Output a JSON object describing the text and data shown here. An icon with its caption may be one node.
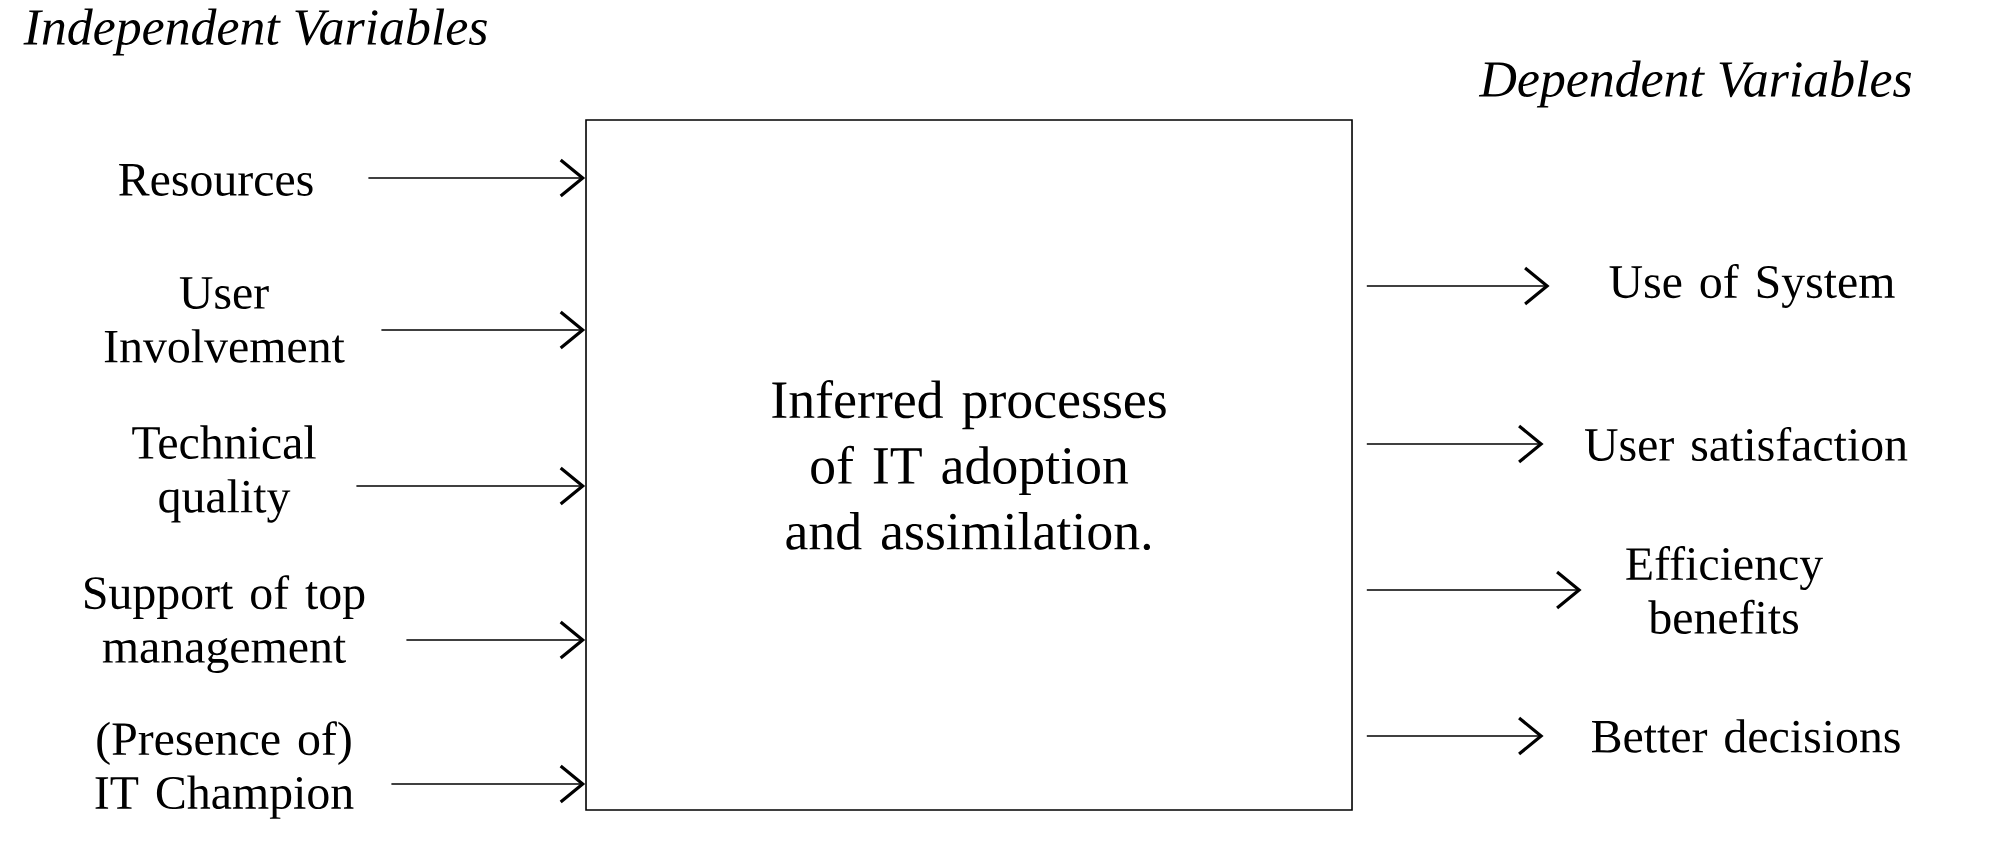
{
  "diagram": {
    "nodes": [
      {
        "text": [
          "Resources"
        ]
      },
      {
        "text": [
          "User Involvement"
        ]
      },
      {
        "text": [
          "Technical quality"
        ]
      },
      {
        "text": [
          "Support of top management"
        ]
      },
      {
        "text": [
          "(Presence of) IT Champion"
        ]
      },
      {
        "text": [
          "Inferred processes of IT adoption and assimilation."
        ]
      },
      {
        "text": [
          "Use of System"
        ]
      },
      {
        "text": [
          "User satisfaction"
        ]
      },
      {
        "text": [
          "Efficiency benefits"
        ]
      },
      {
        "text": [
          "Better decisions"
        ]
      }
    ],
    "edges": [
      {
        "from": 0,
        "to": 5,
        "arrow": "to"
      },
      {
        "from": 1,
        "to": 5,
        "arrow": "to"
      },
      {
        "from": 2,
        "to": 5,
        "arrow": "to"
      },
      {
        "from": 3,
        "to": 5,
        "arrow": "to"
      },
      {
        "from": 4,
        "to": 5,
        "arrow": "to"
      },
      {
        "from": 5,
        "to": 6,
        "arrow": "to"
      },
      {
        "from": 5,
        "to": 7,
        "arrow": "to"
      },
      {
        "from": 5,
        "to": 8,
        "arrow": "to"
      },
      {
        "from": 5,
        "to": 9,
        "arrow": "to"
      }
    ],
    "labels": [
      "Independent Variables",
      "Dependent Variables"
    ]
  }
}
